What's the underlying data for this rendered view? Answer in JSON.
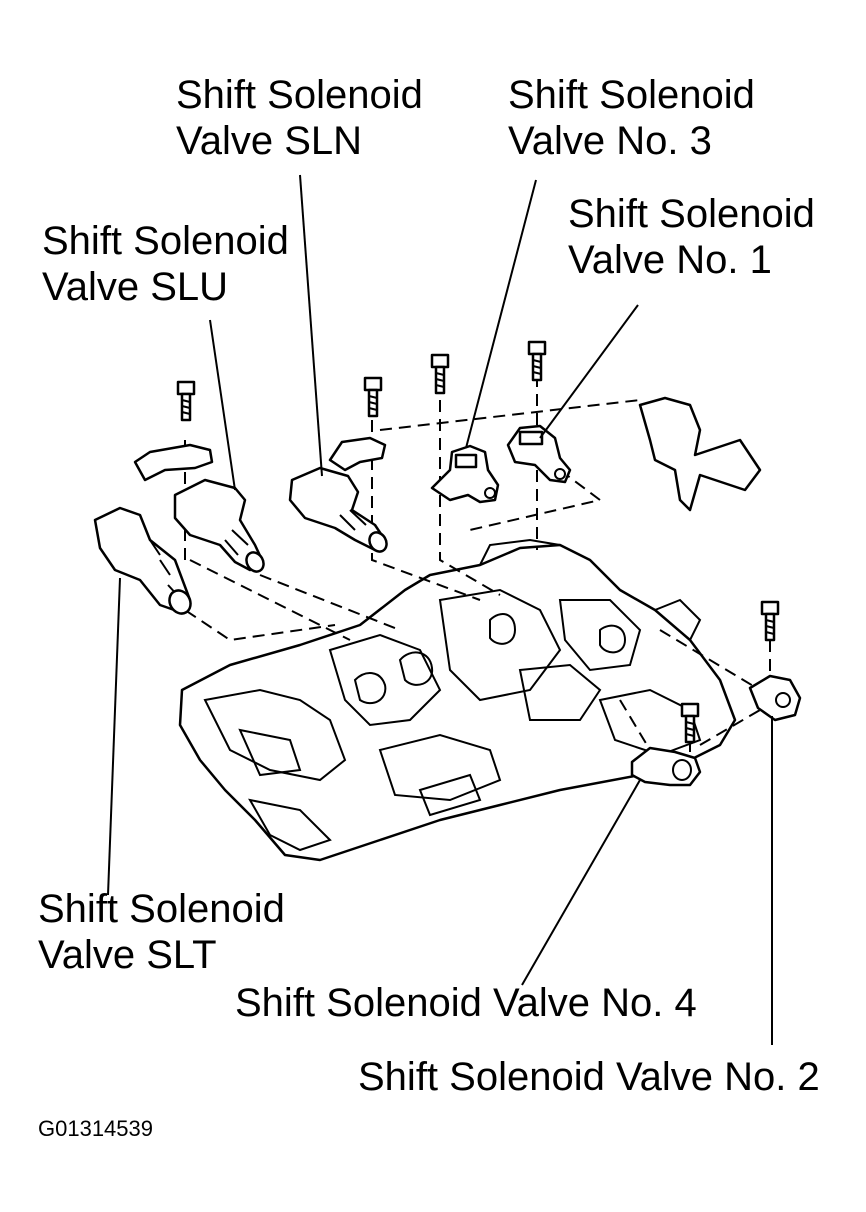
{
  "labels": {
    "sln": {
      "line1": "Shift Solenoid",
      "line2": "Valve SLN"
    },
    "no3": {
      "line1": "Shift Solenoid",
      "line2": "Valve No. 3"
    },
    "slu": {
      "line1": "Shift Solenoid",
      "line2": "Valve SLU"
    },
    "no1": {
      "line1": "Shift Solenoid",
      "line2": "Valve No. 1"
    },
    "slt": {
      "line1": "Shift Solenoid",
      "line2": "Valve SLT"
    },
    "no4": {
      "text": "Shift Solenoid Valve No. 4"
    },
    "no2": {
      "text": "Shift Solenoid Valve No. 2"
    }
  },
  "figure_id": "G01314539",
  "colors": {
    "ink": "#000000",
    "paper": "#ffffff"
  }
}
